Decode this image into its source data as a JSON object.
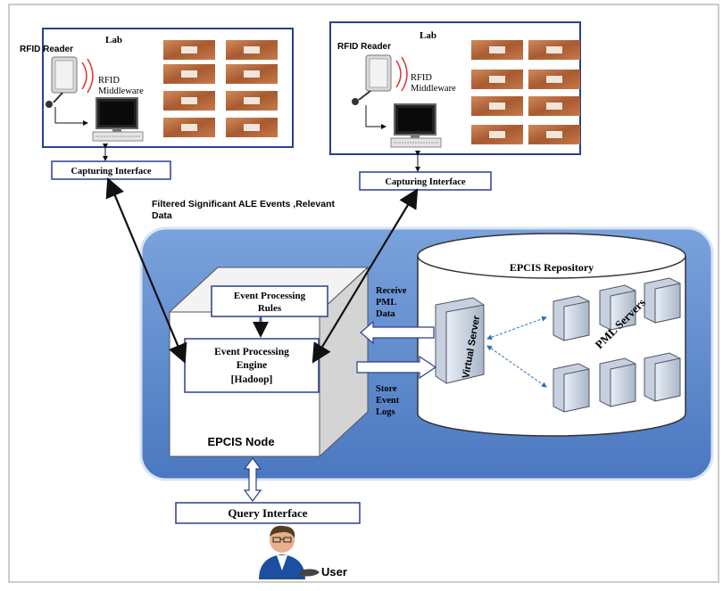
{
  "labs": [
    {
      "title": "Lab",
      "reader_label": "RFID Reader",
      "middleware_line1": "RFID",
      "middleware_line2": "Middleware",
      "capture_label": "Capturing Interface"
    },
    {
      "title": "Lab",
      "reader_label": "RFID Reader",
      "middleware_line1": "RFID",
      "middleware_line2": "Middleware",
      "capture_label": "Capturing Interface"
    }
  ],
  "flow_label_line1": "Filtered Significant ALE Events ,Relevant",
  "flow_label_line2": "Data",
  "node": {
    "name": "EPCIS Node",
    "rules_line1": "Event Processing",
    "rules_line2": "Rules",
    "engine_line1": "Event Processing",
    "engine_line2": "Engine",
    "engine_line3": "[Hadoop]"
  },
  "receive_label": [
    "Receive",
    "PML",
    "Data"
  ],
  "store_label": [
    "Store",
    "Event",
    "Logs"
  ],
  "repository": {
    "title": "EPCIS Repository",
    "virtual_server": "Virtual Server",
    "pml_servers": "PML Servers"
  },
  "query_interface": "Query Interface",
  "user_label": "User",
  "colors": {
    "panel_blue": "#5b8bd0",
    "tag_copper": "#b4683e",
    "frame_blue": "#2a3f8f"
  }
}
